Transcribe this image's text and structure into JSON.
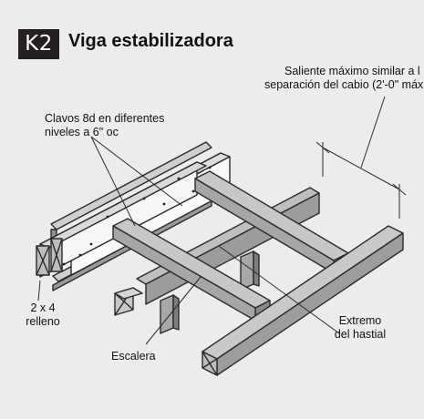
{
  "badge": "K2",
  "title": "Viga estabilizadora",
  "labels": {
    "nails_line1": "Clavos 8d en diferentes",
    "nails_line2": "niveles a 6\" oc",
    "overhang_line1": "Saliente máximo similar a l",
    "overhang_line2": "separación del cabio (2'-0\" máx",
    "filler_line1": "2 x 4",
    "filler_line2": "relleno",
    "ladder": "Escalera",
    "gable_end_line1": "Extremo",
    "gable_end_line2": "del hastial"
  }
}
